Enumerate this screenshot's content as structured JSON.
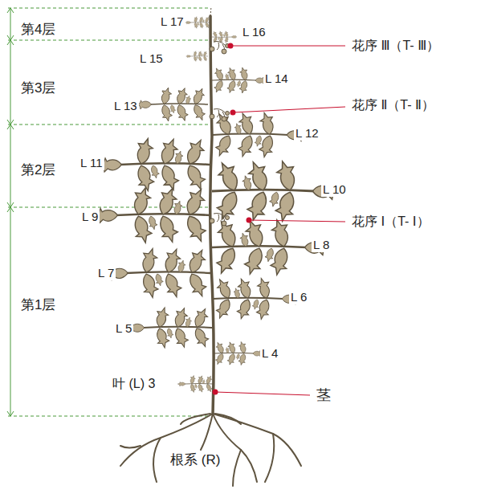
{
  "diagram": {
    "labels": [
      "第4层",
      "第3层",
      "第2层",
      "第1层",
      "L 17",
      "L 16",
      "L 15",
      "L 14",
      "L 13",
      "L 12",
      "L 11",
      "L 10",
      "L 9",
      "L 8",
      "L 7",
      "L 6",
      "L 5",
      "L 4",
      "叶 (L) 3",
      "茎",
      "根系 (R)",
      "花序 Ⅲ（T- Ⅲ）",
      "花序 Ⅱ（T- Ⅱ）",
      "花序 Ⅰ（T- Ⅰ）"
    ]
  }
}
